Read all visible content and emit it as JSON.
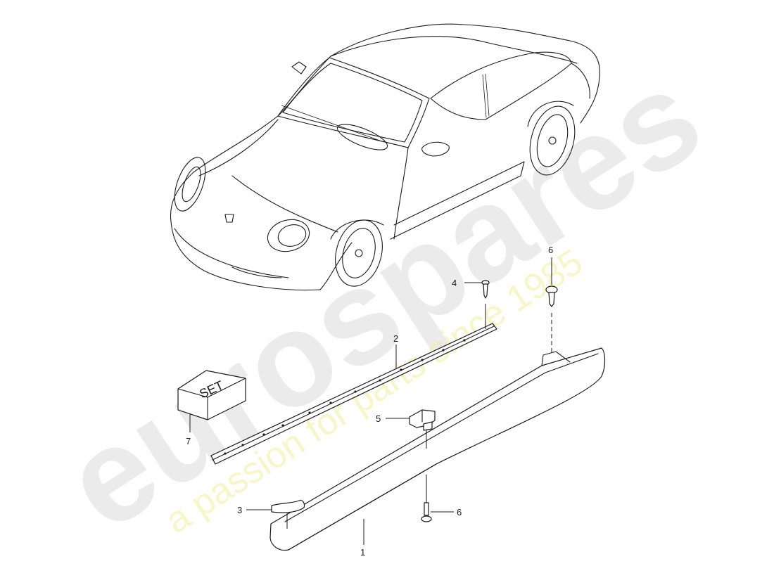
{
  "diagram": {
    "title": "Side skirt / sill panel assembly",
    "style": "exploded parts view, black line art on white",
    "callouts": [
      {
        "id": "1",
        "label": "1",
        "part": "side skirt (sill cover)"
      },
      {
        "id": "2",
        "label": "2",
        "part": "mounting strip"
      },
      {
        "id": "3",
        "label": "3",
        "part": "trim cap"
      },
      {
        "id": "4",
        "label": "4",
        "part": "screw"
      },
      {
        "id": "5",
        "label": "5",
        "part": "clip / bracket"
      },
      {
        "id": "6a",
        "label": "6",
        "part": "screw (upper)"
      },
      {
        "id": "6b",
        "label": "6",
        "part": "screw (lower)"
      },
      {
        "id": "7",
        "label": "7",
        "part": "set"
      }
    ],
    "set_box_text": "SET"
  },
  "watermark": {
    "brand": "eurospares",
    "tagline": "a passion for parts since 1985",
    "brand_color": "#c8c8c8",
    "tagline_color": "#f3ee9a"
  },
  "colors": {
    "line": "#1a1a1a",
    "background": "#ffffff"
  }
}
